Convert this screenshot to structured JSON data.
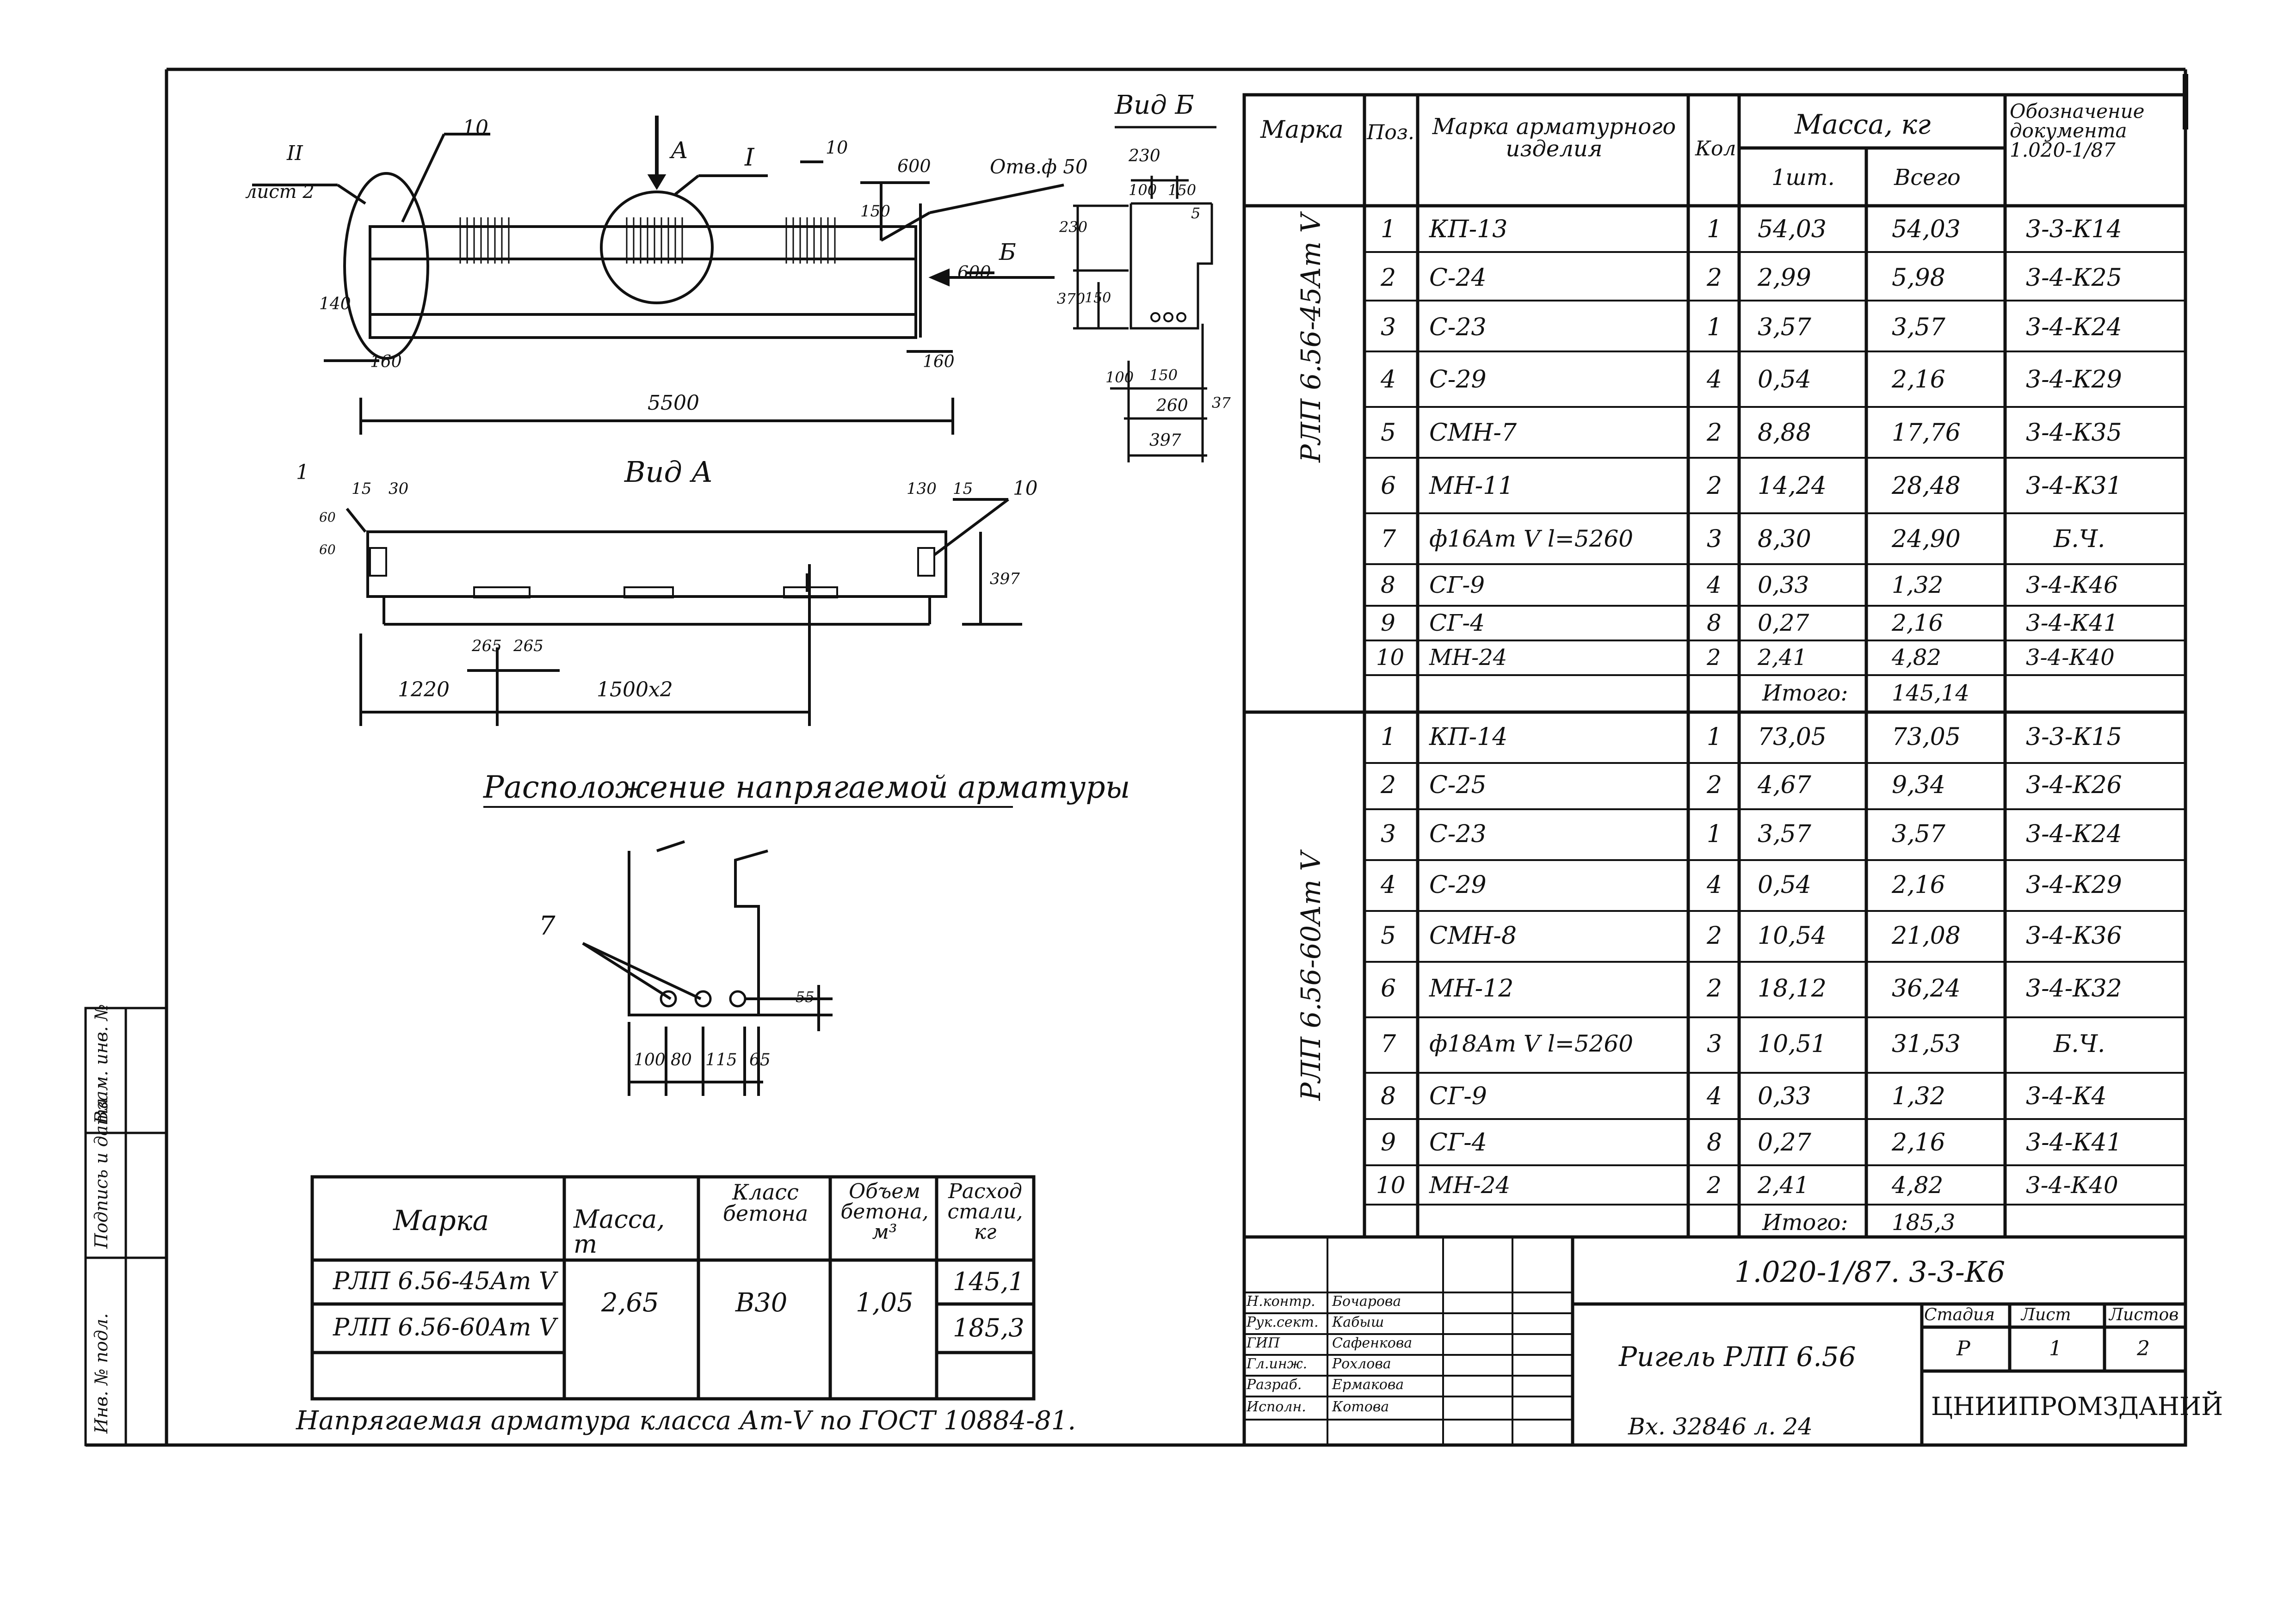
{
  "left_drawing": {
    "view_b_label": "Вид Б",
    "view_a_label": "Вид А",
    "section_title": "Расположение напрягаемой арматуры",
    "labels": {
      "ii": "II",
      "sheet_ref": "лист 2",
      "pos10": "10",
      "arrow_a": "А",
      "node_i": "I",
      "hole": "Отв.ф 50",
      "arrow_b": "Б",
      "pos1": "1",
      "pos7": "7"
    },
    "dims_main": [
      "10",
      "600",
      "150",
      "600",
      "140",
      "160",
      "160",
      "5500"
    ],
    "dims_view_b": [
      "230",
      "100",
      "150",
      "230",
      "5",
      "370",
      "150",
      "100",
      "150",
      "260",
      "37",
      "397"
    ],
    "dims_view_a": [
      "15",
      "30",
      "130",
      "15",
      "10",
      "60",
      "60",
      "397",
      "265",
      "265",
      "1220",
      "1500x2"
    ],
    "dims_section": [
      "55",
      "100",
      "80",
      "115",
      "65"
    ]
  },
  "summary_table": {
    "headers": [
      "Марка",
      "Масса, т",
      "Класс бетона",
      "Объем бетона, м³",
      "Расход стали, кг"
    ],
    "rows": [
      {
        "mark": "РЛП 6.56-45Ат V",
        "steel": "145,1"
      },
      {
        "mark": "РЛП 6.56-60Ат V",
        "steel": "185,3"
      }
    ],
    "mass": "2,65",
    "concrete_class": "В30",
    "concrete_volume": "1,05",
    "note": "Напрягаемая арматура класса Ат-V по ГОСТ 10884-81."
  },
  "spec_table": {
    "headers": {
      "mark": "Марка",
      "pos": "Поз.",
      "item": "Марка арматурного изделия",
      "qty": "Кол.",
      "mass": "Масса, кг",
      "unit": "1шт.",
      "total": "Всего",
      "doc": "Обозначение документа 1.020-1/87"
    },
    "groups": [
      {
        "mark": "РЛП 6.56-45Ат V",
        "rows": [
          [
            "1",
            "КП-13",
            "1",
            "54,03",
            "54,03",
            "3-3-К14"
          ],
          [
            "2",
            "С-24",
            "2",
            "2,99",
            "5,98",
            "3-4-К25"
          ],
          [
            "3",
            "С-23",
            "1",
            "3,57",
            "3,57",
            "3-4-К24"
          ],
          [
            "4",
            "С-29",
            "4",
            "0,54",
            "2,16",
            "3-4-К29"
          ],
          [
            "5",
            "СМН-7",
            "2",
            "8,88",
            "17,76",
            "3-4-К35"
          ],
          [
            "6",
            "МН-11",
            "2",
            "14,24",
            "28,48",
            "3-4-К31"
          ],
          [
            "7",
            "ф16Ат V l=5260",
            "3",
            "8,30",
            "24,90",
            "Б.Ч."
          ],
          [
            "8",
            "СГ-9",
            "4",
            "0,33",
            "1,32",
            "3-4-К46"
          ],
          [
            "9",
            "СГ-4",
            "8",
            "0,27",
            "2,16",
            "3-4-К41"
          ],
          [
            "10",
            "МН-24",
            "2",
            "2,41",
            "4,82",
            "3-4-К40"
          ]
        ],
        "total_label": "Итого:",
        "total": "145,14"
      },
      {
        "mark": "РЛП 6.56-60Ат V",
        "rows": [
          [
            "1",
            "КП-14",
            "1",
            "73,05",
            "73,05",
            "3-3-К15"
          ],
          [
            "2",
            "С-25",
            "2",
            "4,67",
            "9,34",
            "3-4-К26"
          ],
          [
            "3",
            "С-23",
            "1",
            "3,57",
            "3,57",
            "3-4-К24"
          ],
          [
            "4",
            "С-29",
            "4",
            "0,54",
            "2,16",
            "3-4-К29"
          ],
          [
            "5",
            "СМН-8",
            "2",
            "10,54",
            "21,08",
            "3-4-К36"
          ],
          [
            "6",
            "МН-12",
            "2",
            "18,12",
            "36,24",
            "3-4-К32"
          ],
          [
            "7",
            "ф18Ат V l=5260",
            "3",
            "10,51",
            "31,53",
            "Б.Ч."
          ],
          [
            "8",
            "СГ-9",
            "4",
            "0,33",
            "1,32",
            "3-4-К4"
          ],
          [
            "9",
            "СГ-4",
            "8",
            "0,27",
            "2,16",
            "3-4-К41"
          ],
          [
            "10",
            "МН-24",
            "2",
            "2,41",
            "4,82",
            "3-4-К40"
          ]
        ],
        "total_label": "Итого:",
        "total": "185,3"
      }
    ]
  },
  "title_block": {
    "doc_code": "1.020-1/87. 3-3-К6",
    "title": "Ригель РЛП 6.56",
    "stage_label": "Стадия",
    "sheet_label": "Лист",
    "sheets_label": "Листов",
    "stage": "Р",
    "sheet": "1",
    "sheets": "2",
    "org": "ЦНИИПРОМЗДАНИЙ",
    "inv": "Вх. 32846 л. 24",
    "roles": [
      "Н.контр.",
      "Рук.сект.",
      "ГИП",
      "Гл.инж.",
      "Разраб.",
      "Исполн."
    ],
    "names": [
      "Бочарова",
      "Кабыш",
      "Сафенкова",
      "Рохлова",
      "Ермакова",
      "Котова"
    ]
  },
  "side_stamp": {
    "cells": [
      "Инв. № подл.",
      "Подпись и дата",
      "Взам. инв. №"
    ]
  }
}
